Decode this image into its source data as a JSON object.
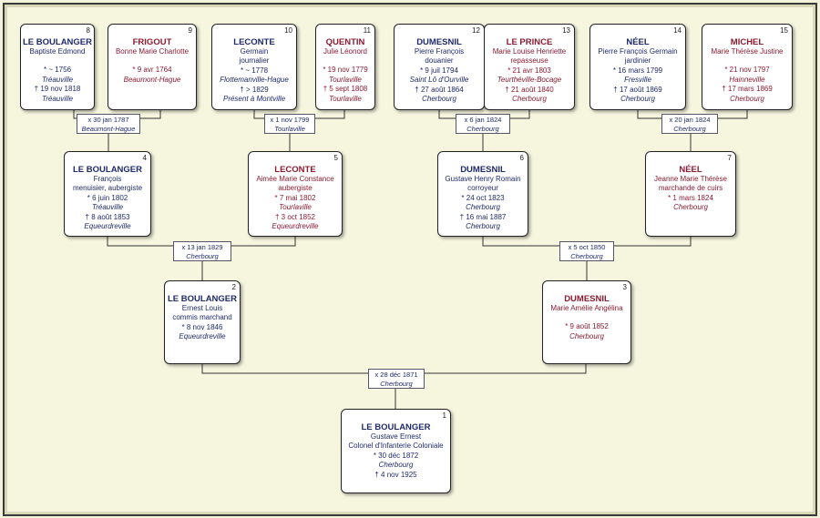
{
  "people": {
    "p1": {
      "num": "1",
      "surname": "LE BOULANGER",
      "given": "Gustave Ernest",
      "occupation": "Colonel d'Infanterie Coloniale",
      "birth": "* 30 déc 1872",
      "birth_place": "Cherbourg",
      "death": "† 4 nov 1925"
    },
    "p2": {
      "num": "2",
      "surname": "LE BOULANGER",
      "given": "Ernest Louis",
      "occupation": "commis marchand",
      "birth": "* 8 nov 1846",
      "birth_place": "Equeurdreville"
    },
    "p3": {
      "num": "3",
      "surname": "DUMESNIL",
      "given": "Marie Amélie Angélina",
      "birth": "* 9 août 1852",
      "birth_place": "Cherbourg"
    },
    "p4": {
      "num": "4",
      "surname": "LE BOULANGER",
      "given": "François",
      "occupation": "menuisier, aubergiste",
      "birth": "* 6 juin 1802",
      "birth_place": "Tréauville",
      "death": "† 8 août 1853",
      "death_place": "Equeurdreville"
    },
    "p5": {
      "num": "5",
      "surname": "LECONTE",
      "given": "Aimée Marie Constance",
      "occupation": "aubergiste",
      "birth": "* 7 mai 1802",
      "birth_place": "Tourlaville",
      "death": "† 3 oct 1852",
      "death_place": "Equeurdreville"
    },
    "p6": {
      "num": "6",
      "surname": "DUMESNIL",
      "given": "Gustave Henry Romain",
      "occupation": "corroyeur",
      "birth": "* 24 oct 1823",
      "birth_place": "Cherbourg",
      "death": "† 16 mai 1887",
      "death_place": "Cherbourg"
    },
    "p7": {
      "num": "7",
      "surname": "NÉEL",
      "given": "Jeanne Marie Thérèse",
      "occupation": "marchande de cuirs",
      "birth": "* 1 mars 1824",
      "birth_place": "Cherbourg"
    },
    "p8": {
      "num": "8",
      "surname": "LE BOULANGER",
      "given": "Baptiste Edmond",
      "birth": "* ~ 1756",
      "birth_place": "Tréauville",
      "death": "† 19 nov 1818",
      "death_place": "Tréauville"
    },
    "p9": {
      "num": "9",
      "surname": "FRIGOUT",
      "given": "Bonne Marie Charlotte",
      "birth": "* 9 avr 1764",
      "birth_place": "Beaumont-Hague"
    },
    "p10": {
      "num": "10",
      "surname": "LECONTE",
      "given": "Germain",
      "occupation": "journalier",
      "birth": "* ~ 1778",
      "birth_place": "Flottemanville-Hague",
      "death": "† > 1829",
      "death_place": "Présent à Montville"
    },
    "p11": {
      "num": "11",
      "surname": "QUENTIN",
      "given": "Julie Léonord",
      "birth": "* 19 nov 1779",
      "birth_place": "Tourlaville",
      "death": "† 5 sept 1808",
      "death_place": "Tourlaville"
    },
    "p12": {
      "num": "12",
      "surname": "DUMESNIL",
      "given": "Pierre François",
      "occupation": "douanier",
      "birth": "* 9 juil 1794",
      "birth_place": "Saint Lô d'Ourville",
      "death": "† 27 août 1864",
      "death_place": "Cherbourg"
    },
    "p13": {
      "num": "13",
      "surname": "LE PRINCE",
      "given": "Marie Louise Henriette",
      "occupation": "repasseuse",
      "birth": "* 21 avr 1803",
      "birth_place": "Teurthéville-Bocage",
      "death": "† 21 août 1840",
      "death_place": "Cherbourg"
    },
    "p14": {
      "num": "14",
      "surname": "NÉEL",
      "given": "Pierre François Germain",
      "occupation": "jardinier",
      "birth": "* 16 mars 1799",
      "birth_place": "Fresville",
      "death": "† 17 août 1869",
      "death_place": "Cherbourg"
    },
    "p15": {
      "num": "15",
      "surname": "MICHEL",
      "given": "Marie Thérèse Justine",
      "birth": "* 21 nov 1797",
      "birth_place": "Hainneville",
      "death": "† 17 mars 1869",
      "death_place": "Cherbourg"
    }
  },
  "marriages": {
    "m8_9": {
      "date": "x 30 jan 1787",
      "place": "Beaumont-Hague"
    },
    "m10_11": {
      "date": "x 1 nov 1799",
      "place": "Tourlaville"
    },
    "m12_13": {
      "date": "x 6 jan 1824",
      "place": "Cherbourg"
    },
    "m14_15": {
      "date": "x 20 jan 1824",
      "place": "Cherbourg"
    },
    "m4_5": {
      "date": "x 13 jan 1829",
      "place": "Cherbourg"
    },
    "m6_7": {
      "date": "x 5 oct 1850",
      "place": "Cherbourg"
    },
    "m2_3": {
      "date": "x 28 déc 1871",
      "place": "Cherbourg"
    }
  },
  "colors": {
    "male": "#1f2a6b",
    "female": "#8a1b32",
    "line": "#333333",
    "background": "#f6f5de"
  }
}
